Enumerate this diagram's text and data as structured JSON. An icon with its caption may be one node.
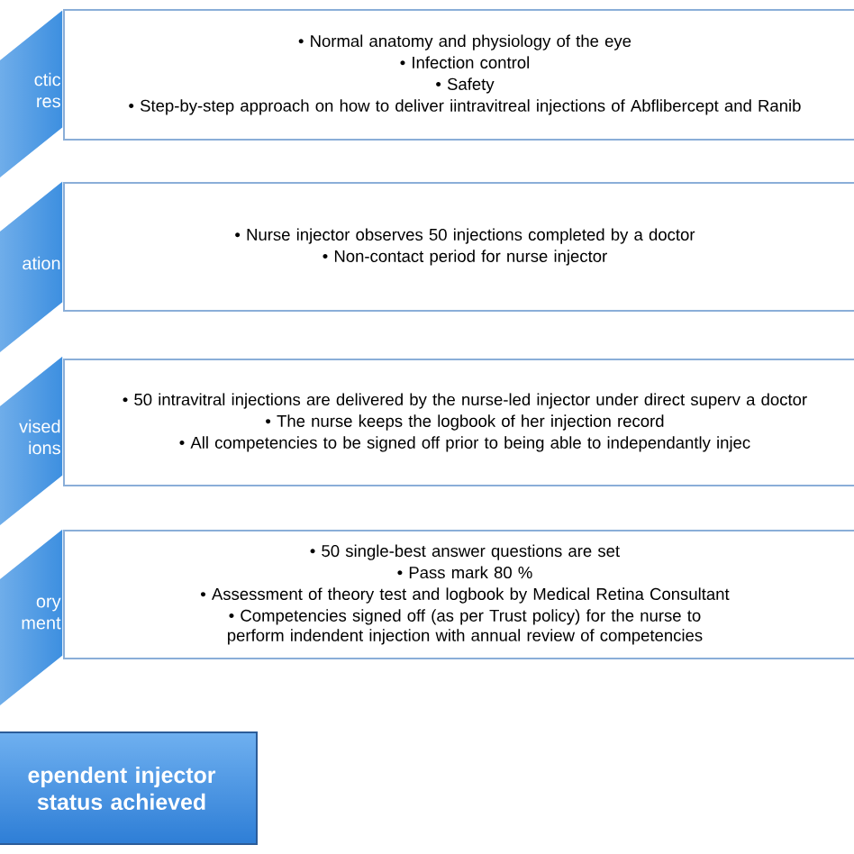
{
  "diagram": {
    "nodes": [
      {
        "text": [
          "ctic res"
        ]
      },
      {
        "text": [
          "• Normal anatomy and physiology of the eye",
          "• Infection control",
          "• Safety",
          "• Step-by-step approach on how to deliver iintravitreal injections of Abflibercept and Ranib"
        ]
      },
      {
        "text": [
          "ation"
        ]
      },
      {
        "text": [
          "• Nurse injector observes 50 injections completed by a doctor",
          "• Non-contact period for nurse injector"
        ]
      },
      {
        "text": [
          "vised ions"
        ]
      },
      {
        "text": [
          "• 50 intravitral injections are delivered by the nurse-led injector under direct superv a doctor",
          "• The nurse keeps the logbook of her injection record",
          "• All competencies to be signed off prior to being able to independantly injec"
        ]
      },
      {
        "text": [
          "ory ment"
        ]
      },
      {
        "text": [
          "• 50 single-best answer questions are set",
          "• Pass mark 80 %",
          "• Assessment of theory test and logbook by Medical Retina Consultant",
          "• Competencies signed off (as per Trust policy) for the nurse to perform indendent injection with annual review of competencies"
        ]
      },
      {
        "text": [
          "ependent injector status achieved"
        ]
      }
    ]
  }
}
